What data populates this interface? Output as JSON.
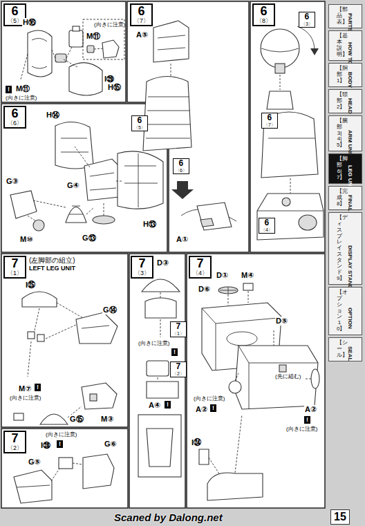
{
  "diagram": {
    "nodes": [
      {
        "text": [
          "6",
          "〈5〉"
        ]
      },
      {
        "text": [
          "6",
          "〈6〉"
        ]
      },
      {
        "text": [
          "6",
          "〈5〉"
        ]
      },
      {
        "text": [
          "6",
          "〈7〉"
        ]
      },
      {
        "text": [
          "6",
          "〈6〉"
        ]
      },
      {
        "text": [
          "6",
          "〈8〉"
        ]
      },
      {
        "text": [
          "6",
          "〈3〉"
        ]
      },
      {
        "text": [
          "6",
          "〈7〉"
        ]
      },
      {
        "text": [
          "6",
          "〈4〉"
        ]
      },
      {
        "text": [
          "7",
          "〈1〉",
          "(左脚部の組立)",
          "LEFT LEG UNIT"
        ]
      },
      {
        "text": [
          "7",
          "〈2〉"
        ]
      },
      {
        "text": [
          "7",
          "〈3〉"
        ]
      },
      {
        "text": [
          "7",
          "〈1〉"
        ]
      },
      {
        "text": [
          "7",
          "〈2〉"
        ]
      },
      {
        "text": [
          "7",
          "〈4〉"
        ]
      },
      {
        "text": [
          "【部品表】",
          "PARTS LIST"
        ]
      },
      {
        "text": [
          "【基本説明】",
          "HOW TO"
        ]
      },
      {
        "text": [
          "【胴部1】",
          "BODY UNIT"
        ]
      },
      {
        "text": [
          "【頭部2】",
          "HEAD UNIT"
        ]
      },
      {
        "text": [
          "【腕部3|4|5】",
          "ARM UNIT"
        ]
      },
      {
        "text": [
          "【脚部6|7】",
          "LEG UNIT"
        ]
      },
      {
        "text": [
          "【完成8】",
          "FINAL ASSEMBLE"
        ]
      },
      {
        "text": [
          "【ディスプレイスタンド9】",
          "DISPLAY STAND"
        ]
      },
      {
        "text": [
          "【オプション10】",
          "OPTION"
        ]
      },
      {
        "text": [
          "【シール】",
          "SEAL"
        ]
      }
    ],
    "labels": [
      "H⑯",
      "(向きに注意)",
      "M⑪",
      "I㉙",
      "!",
      "M⑪",
      "(向きに注意)",
      "H⑮",
      "H⑭",
      "G③",
      "G④",
      "G⑬",
      "M⑩",
      "H⑬",
      "A⑤",
      "A①",
      "I㉕",
      "G⑭",
      "M⑦",
      "!",
      "(向きに注意)",
      "G⑮",
      "M③",
      "(向きに注意)",
      "I㉘",
      "!",
      "G⑥",
      "G⑤",
      "D③",
      "(向きに注意)",
      "!",
      "A④",
      "!",
      "D①",
      "M④",
      "D⑥",
      "D⑤",
      "(先に組む)",
      "(向きに注意)",
      "A②",
      "!",
      "A②",
      "!",
      "(向きに注意)",
      "I㉔",
      "Scaned by Dalong.net",
      "15"
    ]
  }
}
